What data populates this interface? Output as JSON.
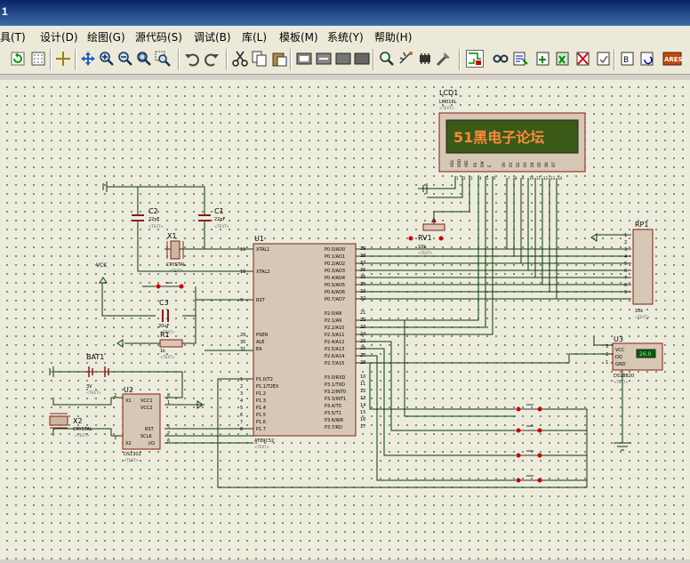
{
  "window": {
    "title_fragment": "1"
  },
  "menu": [
    {
      "label": "具(T)"
    },
    {
      "label": "设计(D)"
    },
    {
      "label": "绘图(G)"
    },
    {
      "label": "源代码(S)"
    },
    {
      "label": "调试(B)"
    },
    {
      "label": "库(L)"
    },
    {
      "label": "模板(M)"
    },
    {
      "label": "系统(Y)"
    },
    {
      "label": "帮助(H)"
    }
  ],
  "toolbar": {
    "icons": [
      "refresh-icon",
      "grid-icon",
      "origin-icon",
      "pan-icon",
      "zoom-in-icon",
      "zoom-out-icon",
      "zoom-all-icon",
      "zoom-area-icon",
      "undo-icon",
      "redo-icon",
      "cut-icon",
      "copy-icon",
      "paste-icon",
      "block-copy-icon",
      "block-move-icon",
      "block-rotate-icon",
      "block-delete-icon",
      "pick-device-icon",
      "make-device-icon",
      "packaging-tool-icon",
      "decompose-icon",
      "wire-autoroute-icon",
      "search-icon",
      "property-assign-icon",
      "new-sheet-icon",
      "remove-sheet-icon",
      "exit-to-parent-icon",
      "bill-of-materials-icon",
      "electrical-rule-check-icon",
      "netlist-to-ares-icon"
    ],
    "ares_label": "ARES"
  },
  "schematic": {
    "lcd": {
      "ref": "LCD1",
      "part": "LM016L",
      "text_tag": "<TEXT>",
      "display_text": "51黑电子论坛",
      "pins": [
        "VSS",
        "VDD",
        "VEE",
        "RS",
        "RW",
        "E",
        "D0",
        "D1",
        "D2",
        "D3",
        "D4",
        "D5",
        "D6",
        "D7"
      ],
      "pin_nums": [
        "1",
        "2",
        "3",
        "4",
        "5",
        "6",
        "7",
        "8",
        "9",
        "10",
        "11",
        "12",
        "13",
        "14"
      ]
    },
    "mcu": {
      "ref": "U1",
      "part": "AT89C52",
      "text_tag": "<TEXT>",
      "left_pins": [
        {
          "num": "19",
          "name": "XTAL1"
        },
        {
          "num": "18",
          "name": "XTAL2"
        },
        {
          "num": "9",
          "name": "RST"
        },
        {
          "num": "29",
          "name": "PSEN"
        },
        {
          "num": "30",
          "name": "ALE"
        },
        {
          "num": "31",
          "name": "EA"
        },
        {
          "num": "1",
          "name": "P1.0/T2"
        },
        {
          "num": "2",
          "name": "P1.1/T2EX"
        },
        {
          "num": "3",
          "name": "P1.2"
        },
        {
          "num": "4",
          "name": "P1.3"
        },
        {
          "num": "5",
          "name": "P1.4"
        },
        {
          "num": "6",
          "name": "P1.5"
        },
        {
          "num": "7",
          "name": "P1.6"
        },
        {
          "num": "8",
          "name": "P1.7"
        }
      ],
      "right_pins": [
        {
          "num": "39",
          "name": "P0.0/AD0"
        },
        {
          "num": "38",
          "name": "P0.1/AD1"
        },
        {
          "num": "37",
          "name": "P0.2/AD2"
        },
        {
          "num": "36",
          "name": "P0.3/AD3"
        },
        {
          "num": "35",
          "name": "P0.4/AD4"
        },
        {
          "num": "34",
          "name": "P0.5/AD5"
        },
        {
          "num": "33",
          "name": "P0.6/AD6"
        },
        {
          "num": "32",
          "name": "P0.7/AD7"
        },
        {
          "num": "21",
          "name": "P2.0/A8"
        },
        {
          "num": "22",
          "name": "P2.1/A9"
        },
        {
          "num": "23",
          "name": "P2.2/A10"
        },
        {
          "num": "24",
          "name": "P2.3/A11"
        },
        {
          "num": "25",
          "name": "P2.4/A12"
        },
        {
          "num": "26",
          "name": "P2.5/A13"
        },
        {
          "num": "27",
          "name": "P2.6/A14"
        },
        {
          "num": "28",
          "name": "P2.7/A15"
        },
        {
          "num": "10",
          "name": "P3.0/RXD"
        },
        {
          "num": "11",
          "name": "P3.1/TXD"
        },
        {
          "num": "12",
          "name": "P3.2/INT0"
        },
        {
          "num": "13",
          "name": "P3.3/INT1"
        },
        {
          "num": "14",
          "name": "P3.4/T0"
        },
        {
          "num": "15",
          "name": "P3.5/T1"
        },
        {
          "num": "16",
          "name": "P3.6/WR"
        },
        {
          "num": "17",
          "name": "P3.7/RD"
        }
      ]
    },
    "c2": {
      "ref": "C2",
      "value": "22pF",
      "text_tag": "<TEXT>"
    },
    "c1": {
      "ref": "C1",
      "value": "22pF",
      "text_tag": "<TEXT>"
    },
    "x1": {
      "ref": "X1",
      "part": "CRYSTAL",
      "text_tag": "<TEXT>"
    },
    "c3": {
      "ref": "C3",
      "value": "20uF",
      "text_tag": "<TEXT>"
    },
    "r1": {
      "ref": "R1",
      "value": "1k",
      "text_tag": "<TEXT>"
    },
    "bat1": {
      "ref": "BAT1",
      "value": "3V",
      "text_tag": "<TEXT>"
    },
    "u2": {
      "ref": "U2",
      "part": "DS1302",
      "text_tag": "<TEXT>",
      "left_pins": [
        {
          "num": "2",
          "name": "X1"
        },
        {
          "num": "3",
          "name": "X2"
        }
      ],
      "right_pins": [
        {
          "num": "8",
          "name": "VCC1"
        },
        {
          "num": "1",
          "name": "VCC2"
        },
        {
          "num": "5",
          "name": "RST"
        },
        {
          "num": "7",
          "name": "SCLK"
        },
        {
          "num": "6",
          "name": "I/O"
        }
      ]
    },
    "x2": {
      "ref": "X2",
      "part": "CRYSTAL",
      "text_tag": "<TEXT>"
    },
    "rv1": {
      "ref": "RV1",
      "value": "10k",
      "text_tag": "<TEXT>"
    },
    "rp1": {
      "ref": "RP1",
      "value": "10k",
      "text_tag": "<TEXT>",
      "pins": [
        "1",
        "2",
        "3",
        "4",
        "5",
        "6",
        "7",
        "8",
        "9"
      ]
    },
    "u3": {
      "ref": "U3",
      "part": "DS18B20",
      "text_tag": "<TEXT>",
      "pins": [
        {
          "num": "3",
          "name": "VCC"
        },
        {
          "num": "2",
          "name": "DQ"
        },
        {
          "num": "1",
          "name": "GND"
        }
      ],
      "reading": "26.0"
    },
    "vcc_label": "VCC"
  }
}
